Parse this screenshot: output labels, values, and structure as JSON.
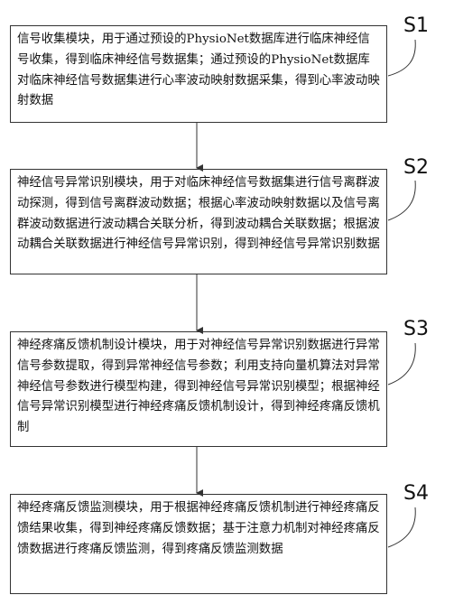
{
  "steps": [
    {
      "label": "S1",
      "text": "信号收集模块，用于通过预设的PhysioNet数据库进行临床神经信号收集，得到临床神经信号数据集；通过预设的PhysioNet数据库对临床神经信号数据集进行心率波动映射数据采集，得到心率波动映射数据"
    },
    {
      "label": "S2",
      "text": "神经信号异常识别模块，用于对临床神经信号数据集进行信号离群波动探测，得到信号离群波动数据；根据心率波动映射数据以及信号离群波动数据进行波动耦合关联分析，得到波动耦合关联数据；根据波动耦合关联数据进行神经信号异常识别，得到神经信号异常识别数据"
    },
    {
      "label": "S3",
      "text": "神经疼痛反馈机制设计模块，用于对神经信号异常识别数据进行异常信号参数提取，得到异常神经信号参数；利用支持向量机算法对异常神经信号参数进行模型构建，得到神经信号异常识别模型；根据神经信号异常识别模型进行神经疼痛反馈机制设计，得到神经疼痛反馈机制"
    },
    {
      "label": "S4",
      "text": "神经疼痛反馈监测模块，用于根据神经疼痛反馈机制进行神经疼痛反馈结果收集，得到神经疼痛反馈数据；基于注意力机制对神经疼痛反馈数据进行疼痛反馈监测，得到疼痛反馈监测数据"
    }
  ],
  "colors": {
    "border": "#333333",
    "text": "#111111",
    "arrow": "#333333"
  }
}
